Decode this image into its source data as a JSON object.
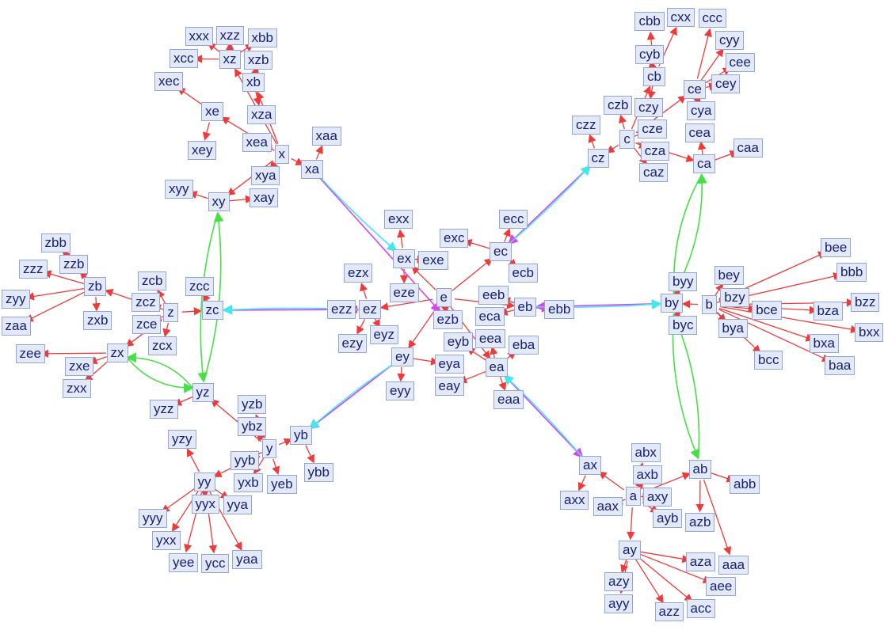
{
  "colors": {
    "local": "#f03a3a",
    "green": "#44e044",
    "magenta": "#e040f0",
    "cyan": "#40e8f0",
    "node_fill": "#e4e9f8",
    "node_border": "#93a5dd",
    "node_text": "#16227a"
  },
  "nodes": [
    "x",
    "xa",
    "xb",
    "xe",
    "xy",
    "xxx",
    "xzz",
    "xbb",
    "xcc",
    "xzb",
    "xec",
    "xea",
    "xza",
    "xaa",
    "xyy",
    "xya",
    "xay",
    "xey",
    "xz",
    "c",
    "ca",
    "cb",
    "ce",
    "cz",
    "cbb",
    "cxx",
    "ccc",
    "cyy",
    "cee",
    "cey",
    "cyb",
    "czz",
    "cza",
    "caz",
    "cea",
    "caa",
    "cya",
    "cze",
    "czy",
    "czb",
    "z",
    "zb",
    "zc",
    "zx",
    "zbb",
    "zzz",
    "zzb",
    "zyy",
    "zcb",
    "zcc",
    "zxb",
    "zcz",
    "zce",
    "zcx",
    "zee",
    "zxe",
    "zxx",
    "zaa",
    "e",
    "ex",
    "ec",
    "ez",
    "eb",
    "ey",
    "ea",
    "exx",
    "ecc",
    "exc",
    "exe",
    "ecb",
    "ezx",
    "ezz",
    "eze",
    "ezb",
    "eeb",
    "eca",
    "ebb",
    "ezy",
    "eyz",
    "eya",
    "eay",
    "eba",
    "eyy",
    "eaa",
    "eea",
    "eyb",
    "b",
    "by",
    "bee",
    "bbb",
    "bzz",
    "bxx",
    "baa",
    "bcc",
    "byy",
    "bey",
    "bzy",
    "bya",
    "byc",
    "bce",
    "bxa",
    "bza",
    "y",
    "yb",
    "yy",
    "yz",
    "yzz",
    "yzb",
    "ybz",
    "ybb",
    "yyx",
    "yyy",
    "yxx",
    "yee",
    "ycc",
    "yaa",
    "yya",
    "yeb",
    "yxb",
    "yyb",
    "yzy",
    "a",
    "ab",
    "ax",
    "ay",
    "axx",
    "abx",
    "axb",
    "abb",
    "axy",
    "ayb",
    "azb",
    "azy",
    "ayy",
    "azz",
    "acc",
    "aee",
    "aaa",
    "aza",
    "aax"
  ],
  "edges": [
    {
      "from": "xa",
      "to": "ezb",
      "kind": "magenta"
    },
    {
      "from": "xa",
      "to": "ex",
      "kind": "cyan"
    },
    {
      "from": "cz",
      "to": "ec",
      "kind": "magenta"
    },
    {
      "from": "ec",
      "to": "cz",
      "kind": "cyan"
    },
    {
      "from": "zc",
      "to": "ez",
      "kind": "magenta"
    },
    {
      "from": "ez",
      "to": "zc",
      "kind": "cyan"
    },
    {
      "from": "by",
      "to": "eb",
      "kind": "magenta"
    },
    {
      "from": "eb",
      "to": "by",
      "kind": "cyan"
    },
    {
      "from": "ey",
      "to": "yb",
      "kind": "magenta"
    },
    {
      "from": "ey",
      "to": "yb",
      "kind": "cyan"
    },
    {
      "from": "ea",
      "to": "ax",
      "kind": "magenta"
    },
    {
      "from": "ax",
      "to": "ea",
      "kind": "cyan"
    },
    {
      "from": "xy",
      "to": "yz",
      "kind": "green"
    },
    {
      "from": "yz",
      "to": "xy",
      "kind": "green"
    },
    {
      "from": "zx",
      "to": "yz",
      "kind": "green"
    },
    {
      "from": "yz",
      "to": "zx",
      "kind": "green"
    },
    {
      "from": "ca",
      "to": "by",
      "kind": "green"
    },
    {
      "from": "by",
      "to": "ca",
      "kind": "green"
    },
    {
      "from": "by",
      "to": "ab",
      "kind": "green"
    },
    {
      "from": "ab",
      "to": "by",
      "kind": "green"
    }
  ]
}
